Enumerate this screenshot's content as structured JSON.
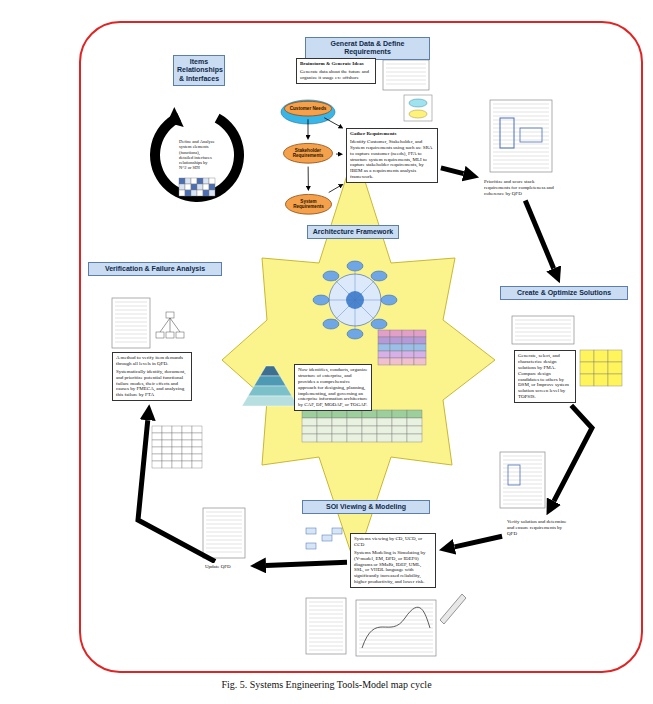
{
  "diagram": {
    "caption": "Fig. 5. Systems Engineering Tools-Model map cycle",
    "nodes": [
      {
        "text": [
          "Generat Data & Define Requirements"
        ]
      },
      {
        "text": [
          "Brainstorm & Generate Ideas",
          "Generate data about the future and organize it usage ex: offshore"
        ]
      },
      {
        "text": [
          "Customer Needs"
        ]
      },
      {
        "text": [
          "Stakeholder Requirements"
        ]
      },
      {
        "text": [
          "System Requirements"
        ]
      },
      {
        "text": [
          "Gather Requirements",
          "Identify Customer, Stakeholder, and System requirements using such as: SRA to capture customer (needs), FFA to structure system requirements, MLI to capture stakeholder requirements, by IBEM as a requirements analysis framework."
        ]
      },
      {
        "text": [
          "Items Relationships & Interfaces"
        ]
      },
      {
        "text": [
          "Define and Analyze system elements (functions), detailed interfaces relationships by N^2 or SDI"
        ]
      },
      {
        "text": [
          "Prioritize and score stack requirements for completeness and coherence by QFD"
        ]
      },
      {
        "text": [
          "Create & Optimize Solutions"
        ]
      },
      {
        "text": [
          "Generate, select, and characterize design solutions by FMA. Compare design candidates to others by DSM, or Improve system solution screen level by TOPSIS."
        ]
      },
      {
        "text": [
          "Verify solution and determine and ensure requirements by QFD"
        ]
      },
      {
        "text": [
          "SOI Viewing & Modeling"
        ]
      },
      {
        "text": [
          "Systems viewing by CD, UCD, or CCD",
          "Systems Modeling is Simulating by (V-model, EM, DFD, or IDEF0) diagrams or SMaRt, IDEF, UML, SSL, or VHDL language with significantly increased reliability, higher productivity, and lower risk."
        ]
      },
      {
        "text": [
          "Update QFD"
        ]
      },
      {
        "text": [
          "Verification & Failure Analysis"
        ]
      },
      {
        "text": [
          "A method to verify item demands through all levels in QFD.",
          "Systematically identify, document, and prioritize potential functional failure modes, their effects and causes by FMECA, and analyzing this failure by FTA"
        ]
      },
      {
        "text": [
          "Architecture Framework"
        ]
      },
      {
        "text": [
          "Now identifies, conducts, organize structure of enterprise, and provides a comprehensive approach for designing, planning, implementing, and governing an enterprise information architecture by CAF, DF, MODAF, or TOGAF."
        ]
      }
    ],
    "edges": [
      {
        "from": 2,
        "to": 3,
        "arrow": "to"
      },
      {
        "from": 3,
        "to": 4,
        "arrow": "to"
      },
      {
        "from": 2,
        "to": 5,
        "arrow": "to"
      },
      {
        "from": 3,
        "to": 5,
        "arrow": "to"
      },
      {
        "from": 4,
        "to": 5,
        "arrow": "to"
      },
      {
        "from": 5,
        "to": 8,
        "arrow": "to"
      },
      {
        "from": 8,
        "to": 9,
        "arrow": "to"
      },
      {
        "from": 10,
        "to": 11,
        "arrow": "to"
      },
      {
        "from": 11,
        "to": 13,
        "arrow": "to"
      },
      {
        "from": 13,
        "to": 14,
        "arrow": "to"
      },
      {
        "from": 14,
        "to": 16,
        "arrow": "to"
      }
    ]
  }
}
